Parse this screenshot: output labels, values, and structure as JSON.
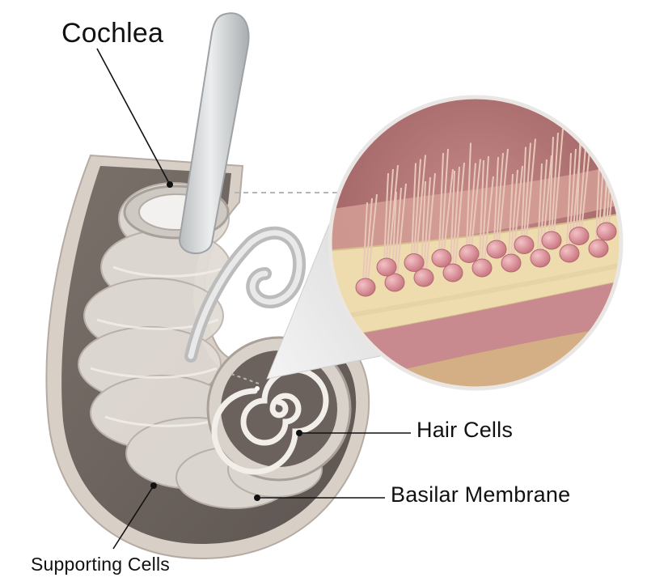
{
  "labels": {
    "cochlea": "Cochlea",
    "hair_cells": "Hair Cells",
    "basilar_membrane": "Basilar Membrane",
    "supporting_cells": "Supporting Cells"
  },
  "colors": {
    "tissue_brown": "#6f6560",
    "tissue_rim": "#d8cfc6",
    "tube_glass": "#d9dbdc",
    "hair_cell_pink": "#d9868f",
    "membrane_cream": "#efdcae",
    "background_tissue": "#b97a7a"
  }
}
